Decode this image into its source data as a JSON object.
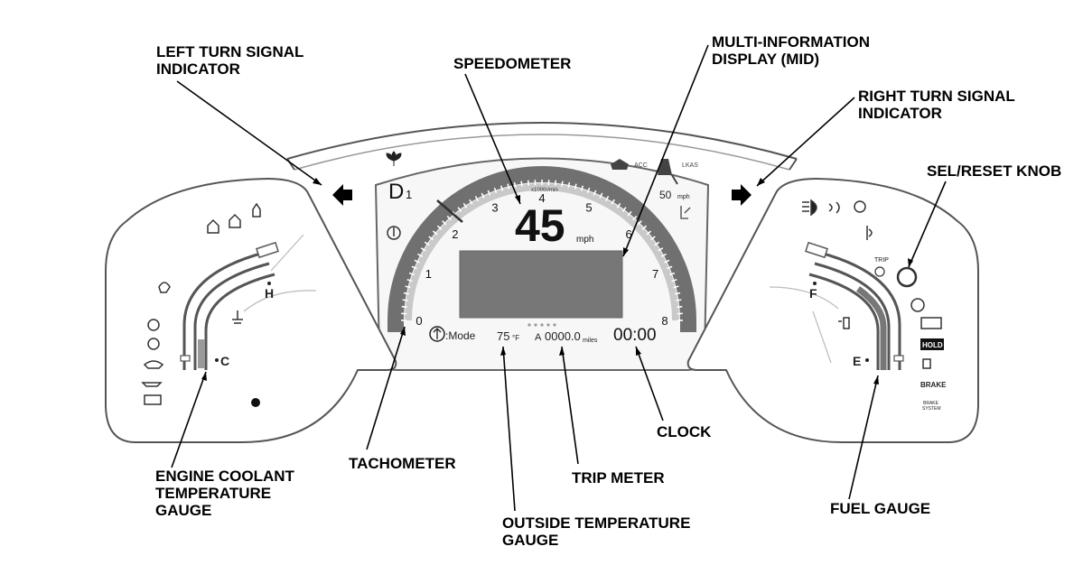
{
  "callouts": {
    "left_turn": [
      "LEFT TURN SIGNAL",
      "INDICATOR"
    ],
    "speedometer": [
      "SPEEDOMETER"
    ],
    "mid": [
      "MULTI-INFORMATION",
      "DISPLAY (MID)"
    ],
    "right_turn": [
      "RIGHT TURN SIGNAL",
      "INDICATOR"
    ],
    "sel_reset": [
      "SEL/RESET KNOB"
    ],
    "coolant": [
      "ENGINE COOLANT",
      "TEMPERATURE",
      "GAUGE"
    ],
    "tachometer": [
      "TACHOMETER"
    ],
    "outside_temp": [
      "OUTSIDE TEMPERATURE",
      "GAUGE"
    ],
    "trip": [
      "TRIP METER"
    ],
    "clock": [
      "CLOCK"
    ],
    "fuel": [
      "FUEL GAUGE"
    ]
  },
  "gauge": {
    "tach_ticks": [
      "0",
      "1",
      "2",
      "3",
      "4",
      "5",
      "6",
      "7",
      "8"
    ],
    "tach_unit": "x1000r/min",
    "speed_value": "45",
    "speed_unit": "mph",
    "gear": "D",
    "gear_sub": "1",
    "mode_label": ":Mode",
    "outside_temp": "75",
    "outside_temp_unit": "°F",
    "trip_label": "A",
    "trip_value": "0000.0",
    "trip_unit": "miles",
    "clock_value": "00:00",
    "acc_label": "ACC",
    "lkas_label": "LKAS",
    "acc_speed": "50",
    "acc_speed_unit": "mph"
  },
  "left_cluster": {
    "hot_label": "H",
    "cold_label": "C"
  },
  "right_cluster": {
    "full_label": "F",
    "empty_label": "E",
    "trip_knob_label": "TRIP",
    "hold_label": "HOLD",
    "brake_label": "BRAKE",
    "brake_system_label": [
      "BRAKE",
      "SYSTEM"
    ]
  },
  "icons": {
    "turn_left": "left-arrow-icon",
    "turn_right": "right-arrow-icon",
    "eco": "eco-leaf-icon",
    "power": "power-indicator-icon",
    "drive_mode": "drive-mode-icon"
  }
}
